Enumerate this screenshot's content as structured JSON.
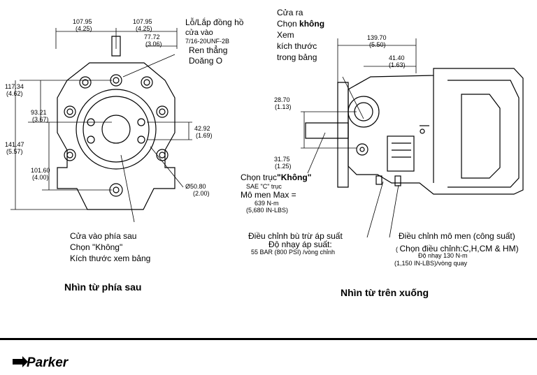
{
  "rear_view": {
    "dims": {
      "width_left": "107.95",
      "width_left_in": "(4.25)",
      "width_right": "107.95",
      "width_right_in": "(4.25)",
      "offset": "77.72",
      "offset_in": "(3.06)",
      "h_top": "117.34",
      "h_top_in": "(4.62)",
      "h_mid": "93.21",
      "h_mid_in": "(3.67)",
      "h_total": "141.47",
      "h_total_in": "(5.57)",
      "h_low": "101.60",
      "h_low_in": "(4.00)",
      "bolt": "42.92",
      "bolt_in": "(1.69)",
      "dia": "Ø50.80",
      "dia_in": "(2.00)"
    },
    "note_port": [
      "Lỗ/Lắp đồng hồ",
      "cửa vào",
      "7/16-20UNF-2B",
      "Ren thẳng",
      "Doăng O"
    ],
    "note_rear": [
      "Cửa vào phía sau",
      "Chọn \"Không\"",
      "Kích thước xem bảng"
    ],
    "caption": "Nhìn từ phía sau"
  },
  "top_view": {
    "dims": {
      "len": "139.70",
      "len_in": "(5.50)",
      "port": "41.40",
      "port_in": "(1.63)",
      "shaft_up": "28.70",
      "shaft_up_in": "(1.13)",
      "shaft_dn": "31.75",
      "shaft_dn_in": "(1.25)"
    },
    "note_outlet": [
      "Cửa ra",
      "Chọn",
      "không",
      "Xem",
      "kích thước",
      "trong bảng"
    ],
    "shaft": {
      "title_prefix": "Chọn trục",
      "title_bold": "\"Không\"",
      "sae": "SAE \"C\" trục",
      "torque": "Mô men Max =",
      "nm": "639 N-m",
      "lbs": "(5,680 IN-LBS)"
    },
    "comp": {
      "title": "Điều chỉnh bù trừ áp suất",
      "sens": "Độ nhạy áp suất:",
      "value": "55 BAR (800 PSI) /vòng chỉnh"
    },
    "torque_ctrl": {
      "title": "Điều chỉnh mô men (công suất)",
      "prefix": "(",
      "options": "Chọn điều chỉnh:C,H,CM & HM)",
      "sens": "Độ nhạy 130 N-m",
      "value": "(1,150 IN-LBS)/vòng quay"
    },
    "caption": "Nhìn từ trên xuống"
  },
  "brand": {
    "name": "Parker",
    "color": "#000000"
  }
}
